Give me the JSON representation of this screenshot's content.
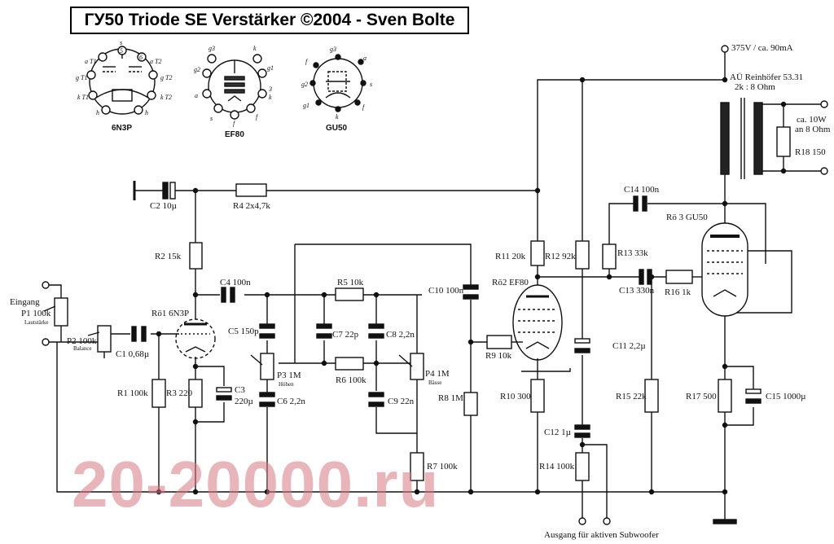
{
  "title": "ГУ50 Triode SE Verstärker   ©2004 - Sven Bolte",
  "watermark": "20-20000.ru",
  "tube_legends": {
    "tube1": "6N3P",
    "tube2": "EF80",
    "tube3": "GU50"
  },
  "pinouts": {
    "n3p": [
      "s",
      "5",
      "a T1",
      "6",
      "a T2",
      "g T1",
      "g T2",
      "k T1",
      "k T2",
      "h",
      "h"
    ],
    "ef80": [
      "g3",
      "k",
      "g2",
      "g1",
      "a",
      "3",
      "k",
      "s",
      "f",
      "f"
    ],
    "gu50": [
      "f",
      "g3",
      "a",
      "g2",
      "s",
      "g1",
      "f",
      "k"
    ]
  },
  "components": {
    "c2": "C2 10µ",
    "r4": "R4 2x4,7k",
    "r2": "R2 15k",
    "c4": "C4 100n",
    "rd1": "Rö1 6N3P",
    "c5": "C5 150p",
    "c7": "C7 22p",
    "c8": "C8 2,2n",
    "r5": "R5 10k",
    "r6": "R6 100k",
    "p3": "P3 1M",
    "p3_sub": "Höhen",
    "p4": "P4 1M",
    "p4_sub": "Bässe",
    "c6": "C6 2,2n",
    "c9": "C9 22n",
    "r7": "R7 100k",
    "r8": "R8 1M",
    "c10": "C10 100n",
    "r1": "R1 100k",
    "r3": "R3 220",
    "c3": "C3",
    "c3_val": "220µ",
    "c1": "C1 0,68µ",
    "p1": "P1 100k",
    "p1_sub": "Lautstärke",
    "p2": "P2 100k",
    "p2_sub": "Balance",
    "eingang": "Eingang",
    "r11": "R11 20k",
    "r12": "R12 92k",
    "r13": "R13 33k",
    "rd2": "Rö2 EF80",
    "r9": "R9 10k",
    "r10": "R10 300",
    "c11": "C11 2,2µ",
    "c12": "C12 1µ",
    "r14": "R14 100k",
    "c13": "C13 330n",
    "r16": "R16 1k",
    "c14": "C14 100n",
    "rd3": "Rö 3 GU50",
    "r15": "R15 22k",
    "r17": "R17 500",
    "c15": "C15 1000µ",
    "supply": "375V / ca. 90mA",
    "ot1": "AÜ Reinhöfer 53.31",
    "ot2": "2k : 8 Ohm",
    "load1": "ca. 10W",
    "load2": "an 8 Ohm",
    "r18": "R18 150",
    "sub_out": "Ausgang für aktiven Subwoofer"
  }
}
